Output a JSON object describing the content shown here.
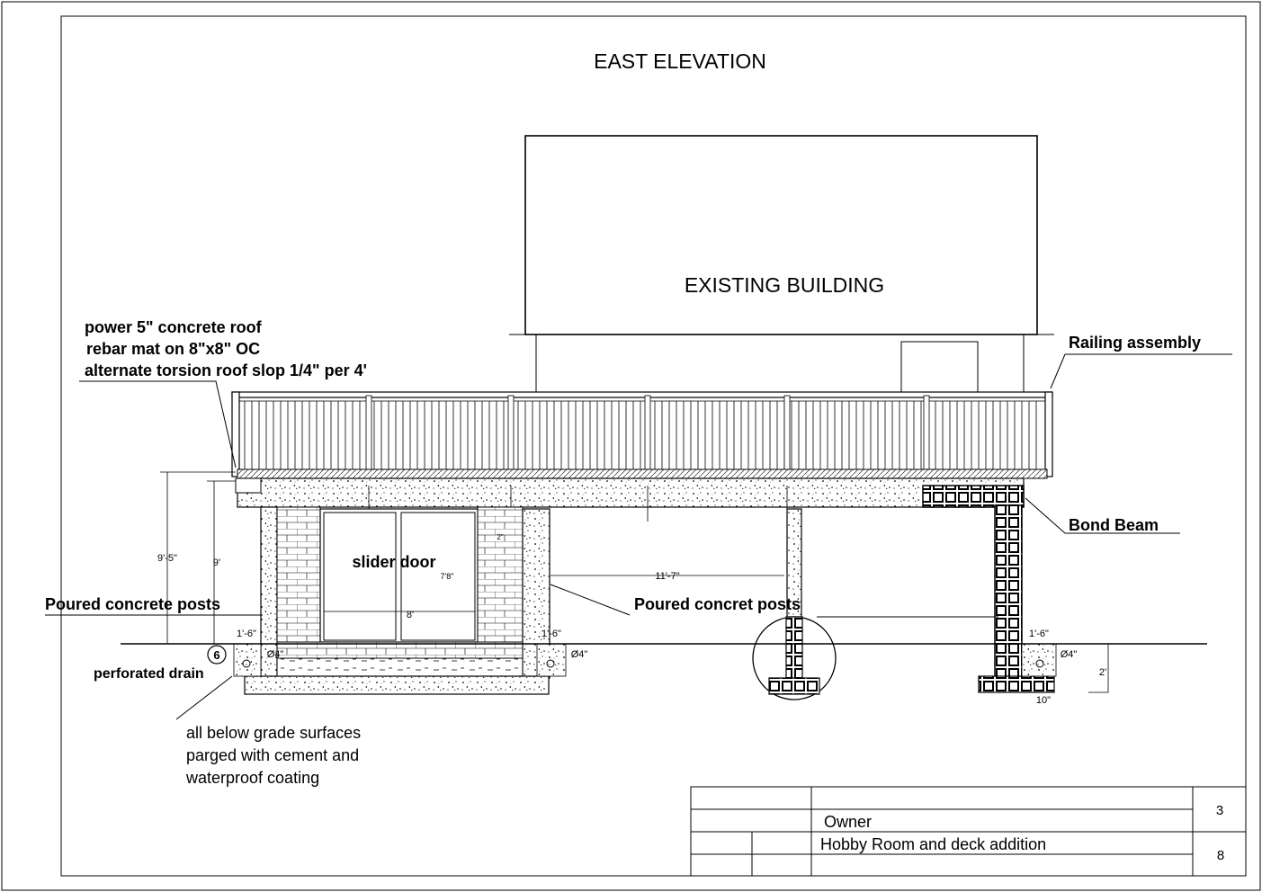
{
  "title": "EAST ELEVATION",
  "existing_building_label": "EXISTING BUILDING",
  "roof_note": {
    "line1": "power 5\" concrete roof",
    "line2": "rebar mat on 8\"x8\" OC",
    "line3": "alternate torsion roof slop 1/4\" per 4'"
  },
  "railing_label": "Railing assembly",
  "bond_beam_label": "Bond Beam",
  "slider_door_label": "slider door",
  "posts_label_left": "Poured concrete posts",
  "posts_label_center": "Poured concret posts",
  "perforated_drain_label": "perforated drain",
  "below_grade_note": {
    "line1": "all below grade surfaces",
    "line2": "parged with cement and",
    "line3": "waterproof coating"
  },
  "detail_marker": "6",
  "dimensions": {
    "overall_height": "9'-5\"",
    "wall_height": "9'",
    "span": "11'-7\"",
    "door_width": "8'",
    "door_height": "7'8\"",
    "pier": "2\"",
    "footing_left": "1'-6\"",
    "footing_mid": "1'-6\"",
    "footing_right": "1'-6\"",
    "drain_left": "Ø4\"",
    "drain_mid": "Ø4\"",
    "drain_right": "Ø4\"",
    "footing_depth": "2'",
    "footing_width": "10\""
  },
  "title_block": {
    "owner": "Owner",
    "project": "Hobby Room and deck addition",
    "sheet": "3",
    "total": "8"
  }
}
